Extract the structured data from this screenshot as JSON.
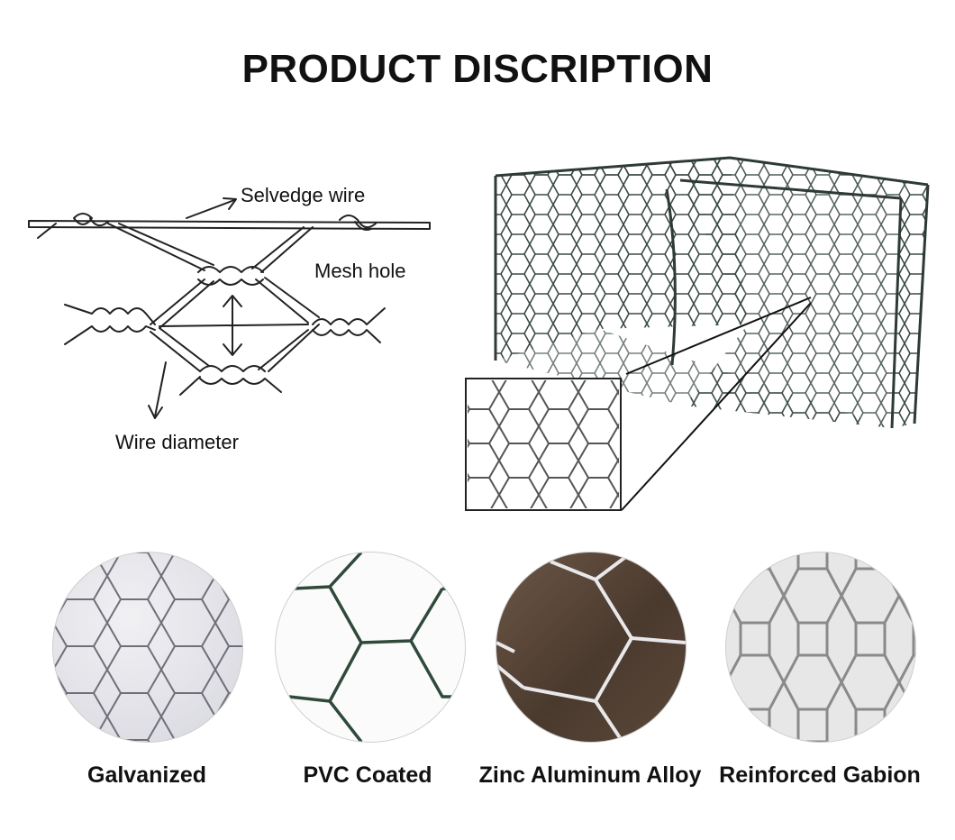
{
  "page": {
    "title": "PRODUCT DISCRIPTION"
  },
  "diagram": {
    "selvedge_label": "Selvedge wire",
    "mesh_label": "Mesh hole",
    "wire_label": "Wire diameter"
  },
  "variants": [
    {
      "label": "Galvanized",
      "icon": "galvanized-mesh-photo"
    },
    {
      "label": "PVC Coated",
      "icon": "pvc-coated-mesh-photo"
    },
    {
      "label": "Zinc Aluminum Alloy",
      "icon": "zinc-aluminum-mesh-photo"
    },
    {
      "label": "Reinforced Gabion",
      "icon": "reinforced-gabion-mesh-photo"
    }
  ],
  "colors": {
    "text": "#111111",
    "galvanized_wire": "#6f6f78",
    "pvc_wire": "#2f4a3a",
    "zinc_wire": "#e8e8ea",
    "reinforced_wire": "#8a8a8a"
  }
}
